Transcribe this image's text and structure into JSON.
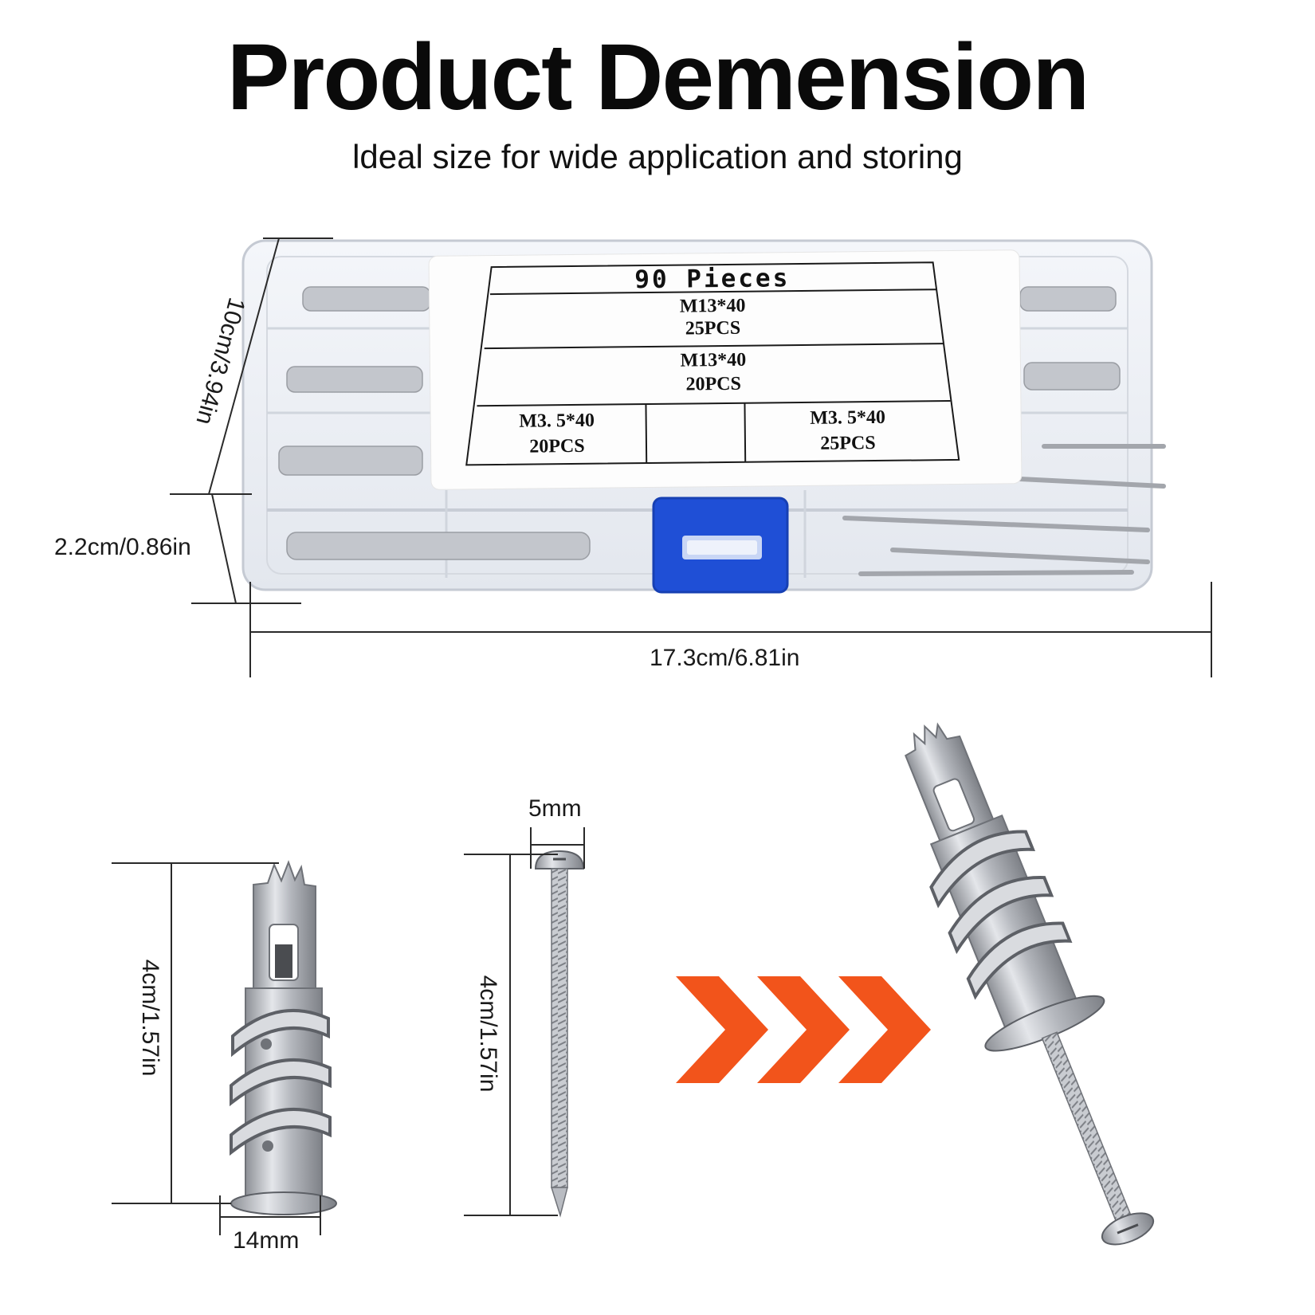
{
  "title": "Product Demension",
  "subtitle": "ldeal size for wide application and storing",
  "box": {
    "height_label": "10cm/3.94in",
    "depth_label": "2.2cm/0.86in",
    "width_label": "17.3cm/6.81in"
  },
  "label_card": {
    "header": "90 Pieces",
    "row1_spec": "M13*40",
    "row1_qty": "25PCS",
    "row2_spec": "M13*40",
    "row2_qty": "20PCS",
    "row3_left_spec": "M3. 5*40",
    "row3_left_qty": "20PCS",
    "row3_right_spec": "M3. 5*40",
    "row3_right_qty": "25PCS"
  },
  "anchor": {
    "length_label": "4cm/1.57in",
    "flange_label": "14mm"
  },
  "screw": {
    "head_label": "5mm",
    "length_label": "4cm/1.57in"
  },
  "colors": {
    "arrow": "#f2541b",
    "latch": "#1f4fd6",
    "metal": "#b9bcc2",
    "box_plastic": "#eef1f6"
  }
}
